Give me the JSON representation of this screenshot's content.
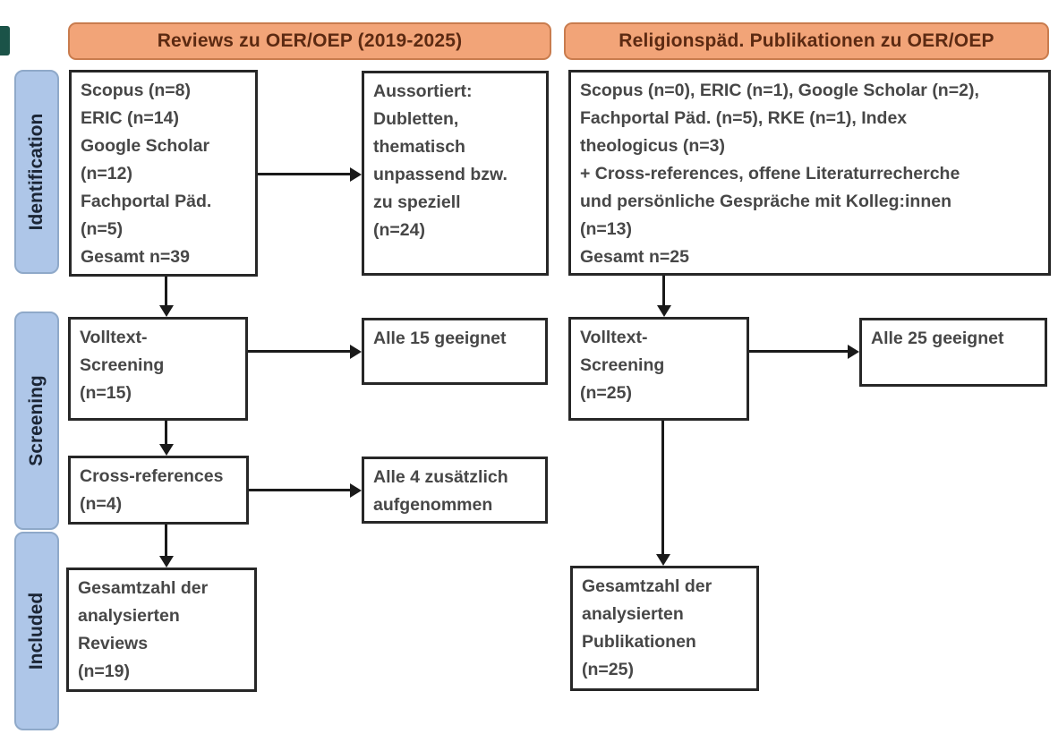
{
  "headers": {
    "left": "Reviews zu OER/OEP (2019-2025)",
    "right": "Religionspäd. Publikationen zu OER/OEP"
  },
  "sidebar": {
    "identification": "Identification",
    "screening": "Screening",
    "included": "Included"
  },
  "left_column": {
    "sources": "Scopus (n=8)\nERIC (n=14)\nGoogle Scholar\n(n=12)\nFachportal Päd.\n(n=5)\nGesamt n=39",
    "excluded": "Aussortiert:\nDubletten,\nthematisch\nunpassend bzw.\nzu speziell\n(n=24)",
    "fulltext_screening": "Volltext-\nScreening\n(n=15)",
    "fulltext_result": "Alle 15 geeignet",
    "crossref": "Cross-references\n(n=4)",
    "crossref_result": "Alle 4 zusätzlich\naufgenommen",
    "included_total": "Gesamtzahl der\nanalysierten\nReviews\n(n=19)"
  },
  "right_column": {
    "sources": "Scopus (n=0), ERIC (n=1), Google Scholar (n=2),\nFachportal Päd. (n=5), RKE (n=1), Index\ntheologicus (n=3)\n+ Cross-references, offene Literaturrecherche\nund persönliche Gespräche mit Kolleg:innen\n(n=13)\nGesamt n=25",
    "fulltext_screening": "Volltext-\nScreening\n(n=25)",
    "fulltext_result": "Alle 25 geeignet",
    "included_total": "Gesamtzahl der\nanalysierten\nPublikationen\n(n=25)"
  },
  "colors": {
    "header_fill": "#F2A478",
    "header_border": "#C97C4E",
    "header_text": "#5C2A12",
    "stage_fill": "#AEC6E8",
    "stage_border": "#8FA9C9",
    "stage_text": "#1B2535",
    "box_bg": "#FFFFFF",
    "box_border": "#272727",
    "box_text": "#474747",
    "arrow": "#1A1A1A",
    "fragment": "#1B5348"
  }
}
